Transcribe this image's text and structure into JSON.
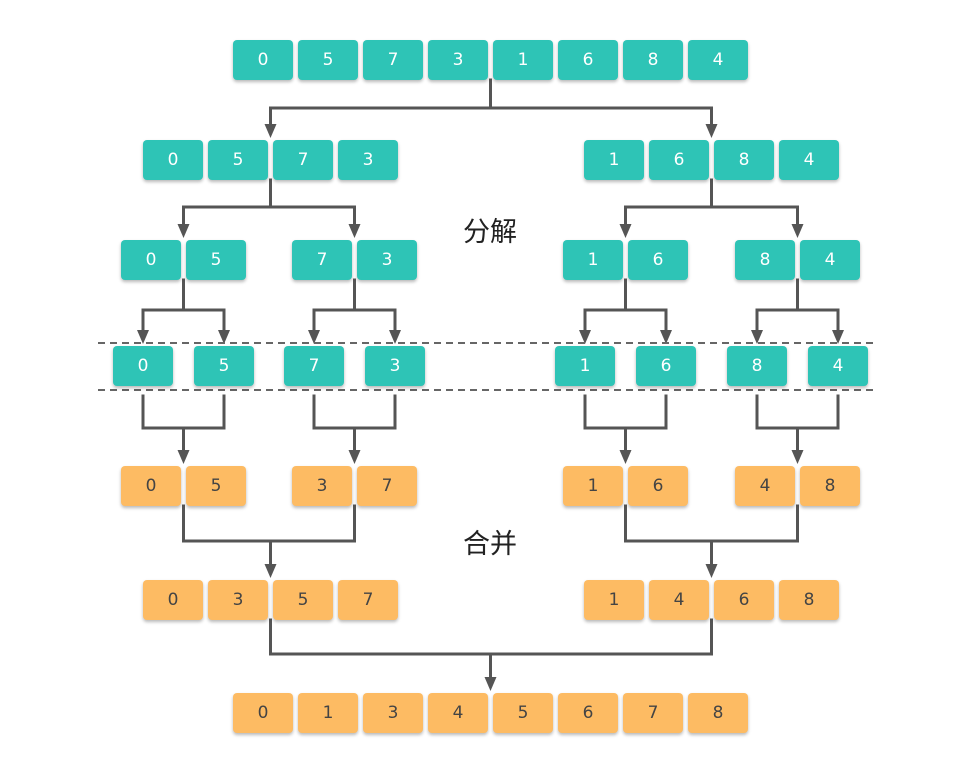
{
  "labels": {
    "split": "分解",
    "merge": "合并"
  },
  "colors": {
    "split": "#2ec4b6",
    "merge": "#fdbb63",
    "wire": "#555555",
    "separator": "#666666"
  },
  "rows": [
    {
      "name": "original-array",
      "kind": "split",
      "groups": [
        [
          "0",
          "5",
          "7",
          "3",
          "1",
          "6",
          "8",
          "4"
        ]
      ]
    },
    {
      "name": "split-level-1",
      "kind": "split",
      "groups": [
        [
          "0",
          "5",
          "7",
          "3"
        ],
        [
          "1",
          "6",
          "8",
          "4"
        ]
      ]
    },
    {
      "name": "split-level-2",
      "kind": "split",
      "groups": [
        [
          "0",
          "5"
        ],
        [
          "7",
          "3"
        ],
        [
          "1",
          "6"
        ],
        [
          "8",
          "4"
        ]
      ]
    },
    {
      "name": "split-level-3",
      "kind": "split",
      "groups": [
        [
          "0"
        ],
        [
          "5"
        ],
        [
          "7"
        ],
        [
          "3"
        ],
        [
          "1"
        ],
        [
          "6"
        ],
        [
          "8"
        ],
        [
          "4"
        ]
      ]
    },
    {
      "name": "merge-level-1",
      "kind": "merge",
      "groups": [
        [
          "0",
          "5"
        ],
        [
          "3",
          "7"
        ],
        [
          "1",
          "6"
        ],
        [
          "4",
          "8"
        ]
      ]
    },
    {
      "name": "merge-level-2",
      "kind": "merge",
      "groups": [
        [
          "0",
          "3",
          "5",
          "7"
        ],
        [
          "1",
          "4",
          "6",
          "8"
        ]
      ]
    },
    {
      "name": "sorted-array",
      "kind": "merge",
      "groups": [
        [
          "0",
          "1",
          "3",
          "4",
          "5",
          "6",
          "7",
          "8"
        ]
      ]
    }
  ]
}
